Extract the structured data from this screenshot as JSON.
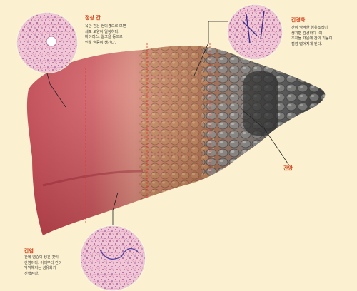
{
  "stages": {
    "normal": {
      "title": "정상 간",
      "lines": [
        "육안 간은 현미경으로 보면",
        "세포 모양이 일정하다.",
        "바이러스, 알코올 등으로",
        "인해 염증이 생긴다."
      ]
    },
    "cirrhosis": {
      "title": "간경화",
      "lines": [
        "간이 딱딱한 섬유조직이",
        "생기면 간경화다. 이",
        "조직들 때문에 간의 기능이",
        "점점 떨어지게 된다."
      ]
    },
    "hepatitis": {
      "title": "간염",
      "lines": [
        "간에 염증이 생긴 것이",
        "간염이다. 이때부터 간이",
        "딱딱해지는 섬유화가",
        "진행된다."
      ]
    },
    "cancer": {
      "title": "간암"
    }
  },
  "colors": {
    "label": "#d2401a",
    "background": "#fbf0cf",
    "divider": "#e03a2a"
  }
}
